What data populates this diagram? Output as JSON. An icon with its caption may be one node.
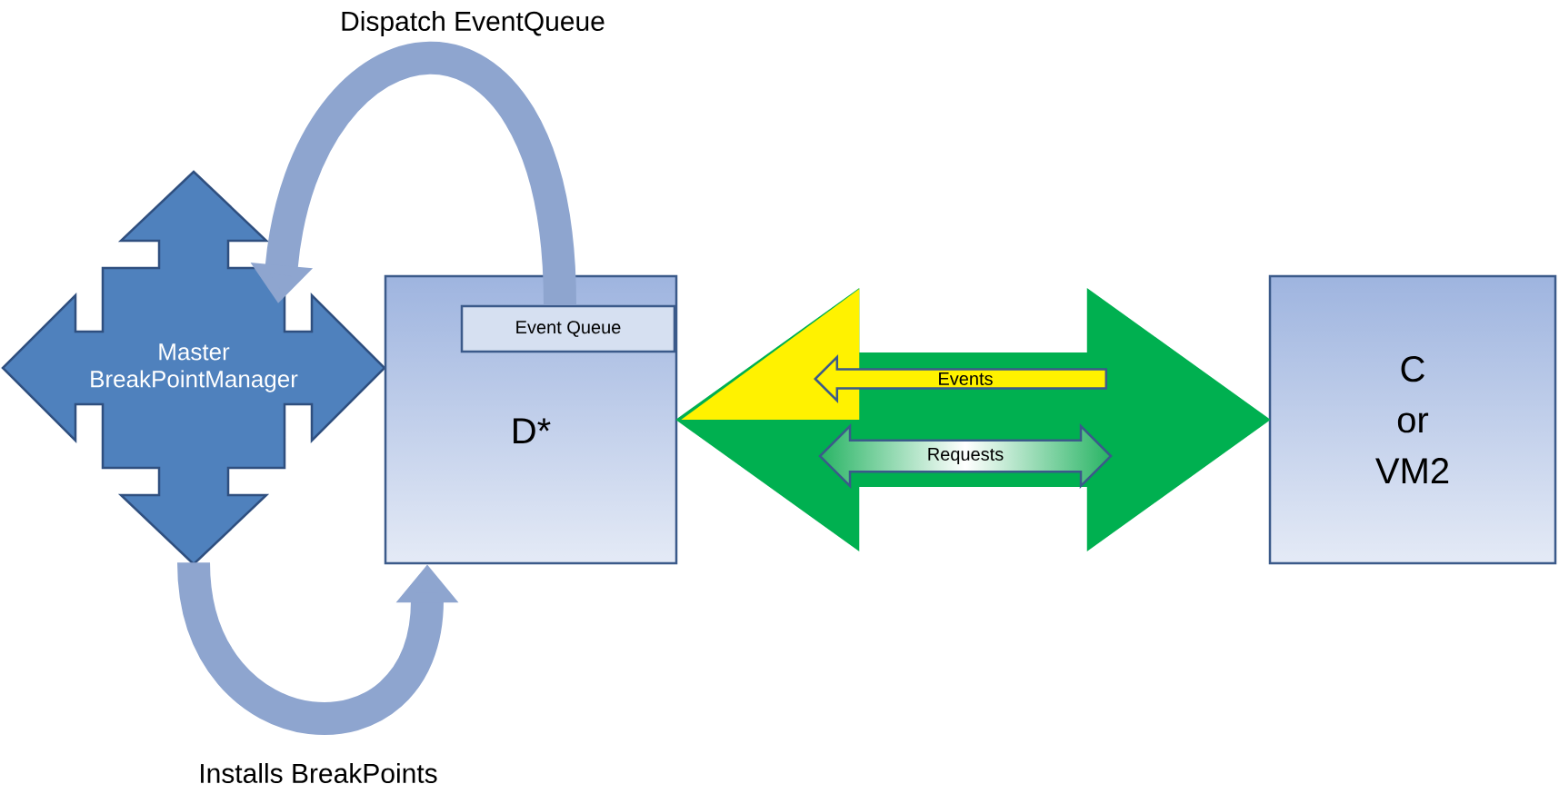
{
  "diagram": {
    "nodes": [
      {
        "text": [
          "Master BreakPointManager"
        ]
      },
      {
        "text": [
          "D*"
        ]
      },
      {
        "text": [
          "Event Queue"
        ],
        "in": 1
      },
      {
        "text": [
          "C or VM2"
        ]
      },
      {
        "text": [
          "Events"
        ]
      },
      {
        "text": [
          "Requests"
        ]
      }
    ],
    "edges": [
      {
        "from": 2,
        "to": 0,
        "arrow": "to",
        "label": "Dispatch EventQueue"
      },
      {
        "from": 0,
        "to": 1,
        "arrow": "to",
        "label": "Installs BreakPoints"
      },
      {
        "from": 1,
        "to": 3,
        "arrow": "both",
        "style": "thick",
        "color": "#00b050"
      }
    ]
  }
}
